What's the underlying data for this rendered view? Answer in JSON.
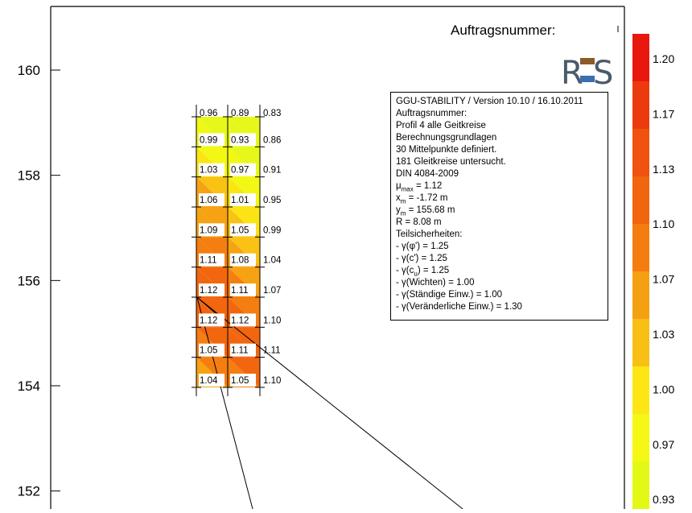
{
  "header": {
    "order_label": "Auftragsnummer:"
  },
  "logo": {
    "text": "RFS",
    "colors": {
      "primary": "#4a5a6a",
      "accent": "#8b5a2b",
      "water": "#3a6fb0"
    }
  },
  "info_box": {
    "lines": [
      {
        "text": "GGU-STABILITY / Version 10.10 / 16.10.2011"
      },
      {
        "text": "Auftragsnummer:"
      },
      {
        "text": "Profil 4 alle Geitkreise"
      },
      {
        "text": "Berechnungsgrundlagen"
      },
      {
        "text": "30 Mittelpunkte definiert."
      },
      {
        "text": "181 Gleitkreise untersucht."
      },
      {
        "text": "DIN 4084-2009"
      },
      {
        "prefix": "μ",
        "sub": "max",
        "suffix": " = 1.12"
      },
      {
        "prefix": "x",
        "sub": "m",
        "suffix": " = -1.72 m"
      },
      {
        "prefix": "y",
        "sub": "m",
        "suffix": " = 155.68 m"
      },
      {
        "text": "R = 8.08 m"
      },
      {
        "text": "Teilsicherheiten:"
      },
      {
        "text": " - γ(φ') = 1.25"
      },
      {
        "text": " - γ(c') = 1.25"
      },
      {
        "prefix": " - γ(c",
        "sub": "u",
        "suffix": ") = 1.25"
      },
      {
        "text": " - γ(Wichten) = 1.00"
      },
      {
        "text": " - γ(Ständige Einw.) = 1.00"
      },
      {
        "text": " - γ(Veränderliche Einw.) = 1.30"
      }
    ]
  },
  "chart_data": {
    "type": "heatmap",
    "title": "",
    "xlabel": "",
    "ylabel": "",
    "y_axis": {
      "ticks": [
        152,
        154,
        156,
        158,
        160
      ],
      "range": [
        151.5,
        161.2
      ]
    },
    "grid": false,
    "grid_points": {
      "columns": 3,
      "rows": [
        {
          "y": 159.3,
          "values": [
            "0.96",
            "0.89",
            "0.83"
          ]
        },
        {
          "y": 158.8,
          "values": [
            "0.99",
            "0.93",
            "0.86"
          ]
        },
        {
          "y": 158.25,
          "values": [
            "1.03",
            "0.97",
            "0.91"
          ]
        },
        {
          "y": 157.7,
          "values": [
            "1.06",
            "1.01",
            "0.95"
          ]
        },
        {
          "y": 157.15,
          "values": [
            "1.09",
            "1.05",
            "0.99"
          ]
        },
        {
          "y": 156.6,
          "values": [
            "1.11",
            "1.08",
            "1.04"
          ]
        },
        {
          "y": 156.0,
          "values": [
            "1.12",
            "1.11",
            "1.07"
          ]
        },
        {
          "y": 155.45,
          "values": [
            "1.12",
            "1.12",
            "1.10"
          ]
        },
        {
          "y": 154.9,
          "values": [
            "1.05",
            "1.11",
            "1.11"
          ]
        },
        {
          "y": 154.3,
          "values": [
            "1.04",
            "1.05",
            "1.10"
          ]
        }
      ]
    },
    "legend": {
      "placement": "right",
      "labels": [
        "1.20",
        "1.17",
        "1.13",
        "1.10",
        "1.07",
        "1.03",
        "1.00",
        "0.97",
        "0.93"
      ],
      "colors": [
        "#e8180f",
        "#ec3a0f",
        "#f0520f",
        "#f2650f",
        "#f47c10",
        "#f5a012",
        "#f8c014",
        "#fce614",
        "#f4f814",
        "#e4f815"
      ]
    },
    "minimum_point": {
      "x": -1.72,
      "y": 155.68,
      "value": "1.12"
    }
  }
}
